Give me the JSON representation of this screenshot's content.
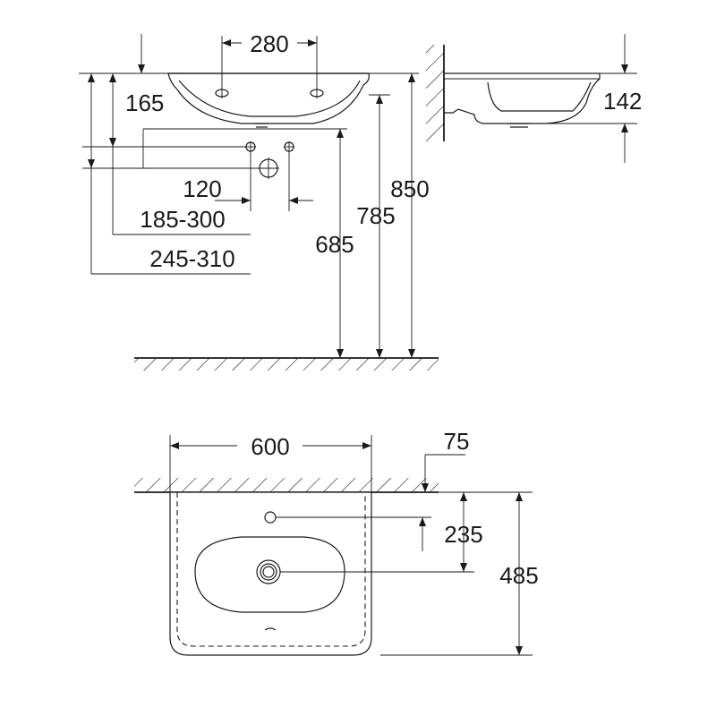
{
  "side_view": {
    "dim_tap_spacing": "280",
    "dim_tap_height": "165",
    "dim_basin_height": "142",
    "dim_waste_spacing": "120",
    "dim_supply_range": "185-300",
    "dim_drain_range": "245-310",
    "dim_drain_height": "685",
    "dim_rim_low": "785",
    "dim_rim_height": "850"
  },
  "top_view": {
    "dim_width": "600",
    "dim_wall_offset": "75",
    "dim_drain_offset": "235",
    "dim_depth": "485"
  },
  "colors": {
    "line": "#1a1a1a",
    "background": "#ffffff"
  }
}
